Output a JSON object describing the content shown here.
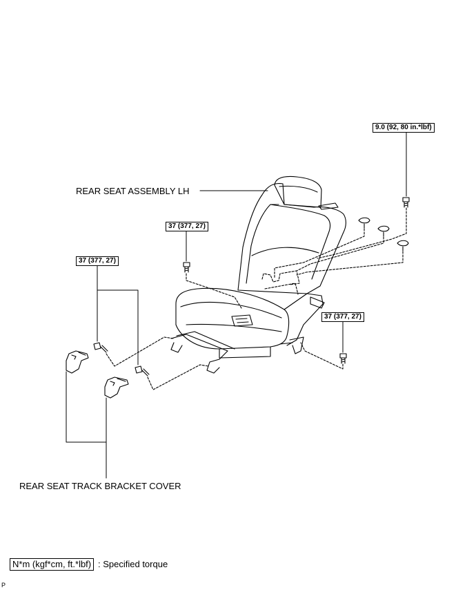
{
  "labels": {
    "seat_assembly": "REAR SEAT ASSEMBLY LH",
    "bracket_cover": "REAR SEAT TRACK BRACKET COVER"
  },
  "torques": {
    "top_right": "9.0 (92, 80 in.*lbf)",
    "center": "37 (377, 27)",
    "left": "37 (377, 27)",
    "right": "37 (377, 27)"
  },
  "legend": {
    "unit_box": "N*m (kgf*cm, ft.*lbf)",
    "description": ": Specified torque"
  },
  "corner_code": "P"
}
